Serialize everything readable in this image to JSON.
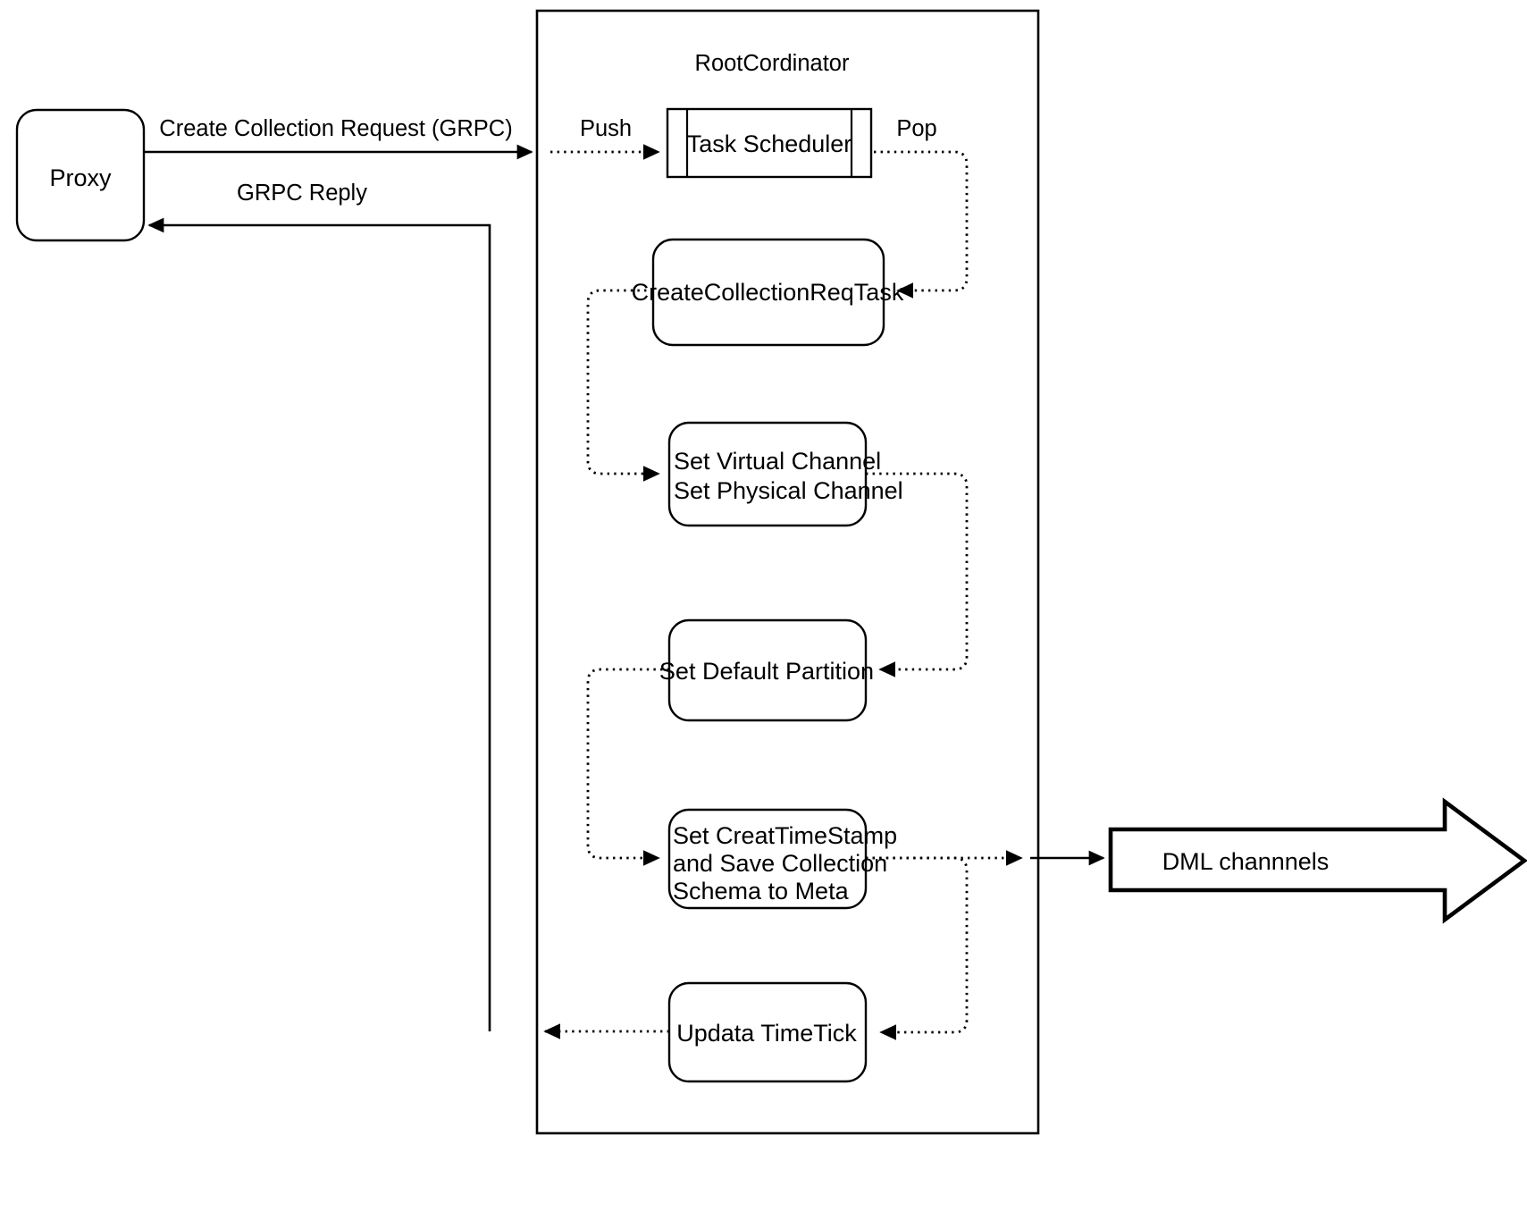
{
  "diagram": {
    "title": "RootCordinator",
    "container_label": "RootCordinator",
    "colors": {
      "stroke": "#000000",
      "fill": "#ffffff",
      "text": "#000000"
    },
    "nodes": {
      "proxy": {
        "label": "Proxy",
        "shape": "rounded-rect"
      },
      "task_scheduler": {
        "label": "Task Scheduler",
        "shape": "queue"
      },
      "create_collection_req_task": {
        "label": "CreateCollectionReqTask",
        "shape": "rounded-rect"
      },
      "set_channel": {
        "line1": "Set Virtual Channel",
        "line2": "Set Physical Channel",
        "shape": "rounded-rect"
      },
      "set_default_partition": {
        "label": "Set Default Partition",
        "shape": "rounded-rect"
      },
      "set_timestamp": {
        "line1": "Set CreatTimeStamp",
        "line2": "and Save Collection",
        "line3": "Schema to Meta",
        "shape": "rounded-rect"
      },
      "update_timetick": {
        "label": "Updata TimeTick",
        "shape": "rounded-rect"
      },
      "dml_channels": {
        "label": "DML channnels",
        "shape": "block-arrow-right"
      }
    },
    "edges": {
      "create_collection_request": {
        "label": "Create Collection Request (GRPC)",
        "style": "solid",
        "direction": "right"
      },
      "grpc_reply": {
        "label": "GRPC Reply",
        "style": "solid",
        "direction": "left"
      },
      "push": {
        "label": "Push",
        "style": "dotted",
        "direction": "right"
      },
      "pop": {
        "label": "Pop",
        "style": "dotted",
        "direction": "left"
      },
      "task_to_channel": {
        "label": "",
        "style": "dotted",
        "direction": "right"
      },
      "channel_to_partition": {
        "label": "",
        "style": "dotted",
        "direction": "left"
      },
      "partition_to_timestamp": {
        "label": "",
        "style": "dotted",
        "direction": "right"
      },
      "timestamp_to_dml": {
        "label": "",
        "style": "solid",
        "direction": "right"
      },
      "timestamp_to_timetick": {
        "label": "",
        "style": "dotted",
        "direction": "left"
      },
      "timetick_to_reply": {
        "label": "",
        "style": "dotted",
        "direction": "left"
      }
    }
  }
}
